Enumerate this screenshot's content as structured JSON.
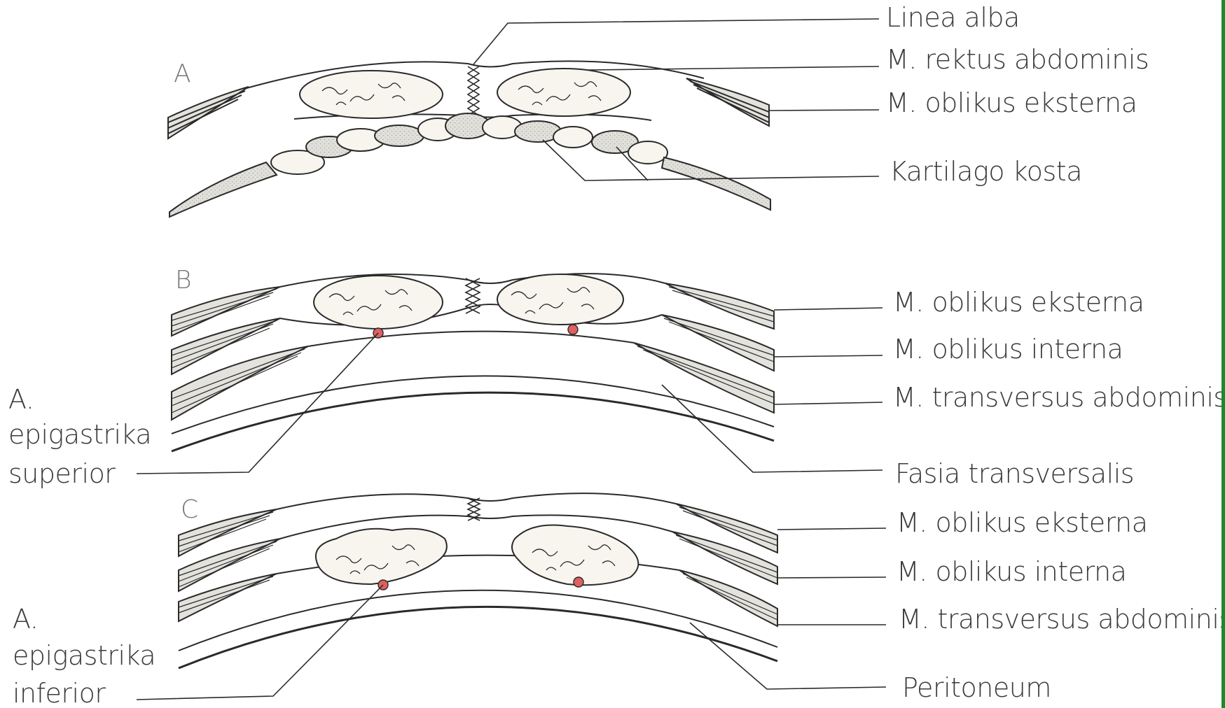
{
  "colors": {
    "line": "#2a2a2a",
    "muscle_fill": "#e4e2dc",
    "rectus_fill": "#f7f5ee",
    "cartilage_fill": "#d9d7d1",
    "vessel": "#e06060",
    "edge_bar": "#1a8a2a"
  },
  "panels": {
    "a": {
      "letter": "A"
    },
    "b": {
      "letter": "B"
    },
    "c": {
      "letter": "C"
    }
  },
  "labels": {
    "linea_alba": "Linea alba",
    "rektus_a": "M. rektus abdominis",
    "obl_ext_a": "M. oblikus eksterna",
    "kartilago": "Kartilago kosta",
    "obl_ext_b": "M. oblikus eksterna",
    "obl_int_b": "M. oblikus interna",
    "transv_b": "M. transversus abdominis",
    "fasia": "Fasia transversalis",
    "obl_ext_c": "M. oblikus eksterna",
    "obl_int_c": "M. oblikus interna",
    "transv_c": "M. transversus abdominis",
    "peritoneum": "Peritoneum",
    "epi_sup": [
      "A.",
      "epigastrika",
      "superior"
    ],
    "epi_inf": [
      "A.",
      "epigastrika",
      "inferior"
    ]
  }
}
